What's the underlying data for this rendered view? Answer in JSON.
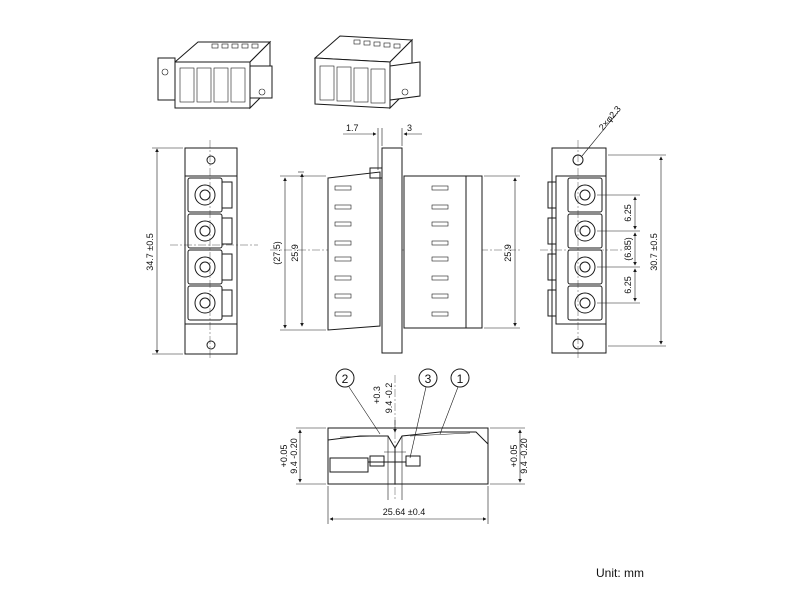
{
  "dimensions": {
    "top_left_gap": "1.7",
    "top_right_gap": "3",
    "front_height": "34.7 ±0.5",
    "side_inner": "(27.5)",
    "side_left": "25.9",
    "side_right": "25.9",
    "rear_hole": "2×φ2.3",
    "rear_pitch_top": "6.25",
    "rear_pitch_mid": "(6.85)",
    "rear_pitch_bottom": "6.25",
    "rear_height": "30.7 ±0.5",
    "bottom_center_tol_plus": "+0.3",
    "bottom_center_tol_minus": "9.4 -0.2",
    "bottom_left_tol_plus": "+0.05",
    "bottom_left_tol_minus": "9.4 -0.20",
    "bottom_right_tol_plus": "+0.05",
    "bottom_right_tol_minus": "9.4 -0.20",
    "bottom_length": "25.64 ±0.4"
  },
  "callouts": [
    "2",
    "3",
    "1"
  ],
  "unit_label": "Unit: mm"
}
